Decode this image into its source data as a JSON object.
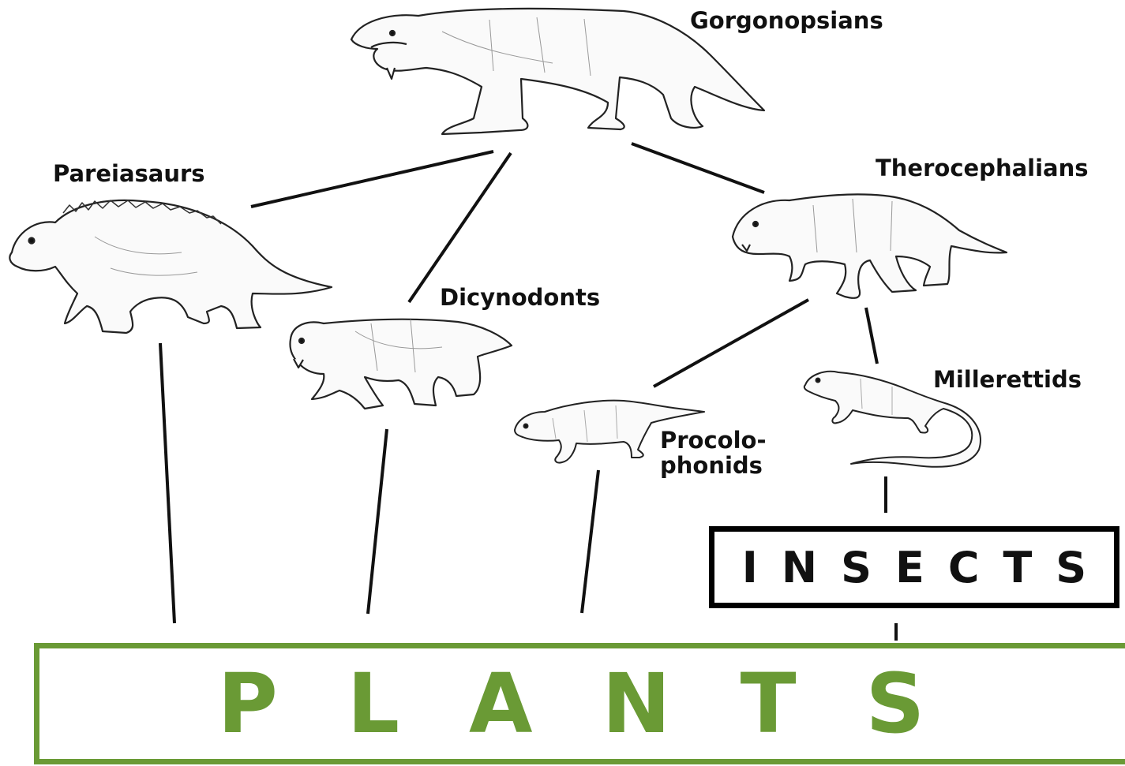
{
  "nodes": {
    "gorgonopsians": "Gorgonopsians",
    "pareiasaurs": "Pareiasaurs",
    "therocephalians": "Therocephalians",
    "dicynodonts": "Dicynodonts",
    "millerettids": "Millerettids",
    "procolophonids_line1": "Procolo-",
    "procolophonids_line2": "phonids"
  },
  "food_sources": {
    "insects": "INSECTS",
    "plants": "PLANTS"
  },
  "colors": {
    "plants_accent": "#6a9a35",
    "ink": "#111111"
  },
  "illustrations": [
    "gorgonopsian-illustration",
    "pareiasaur-illustration",
    "therocephalian-illustration",
    "dicynodont-illustration",
    "procolophonid-illustration",
    "millerettid-illustration"
  ]
}
